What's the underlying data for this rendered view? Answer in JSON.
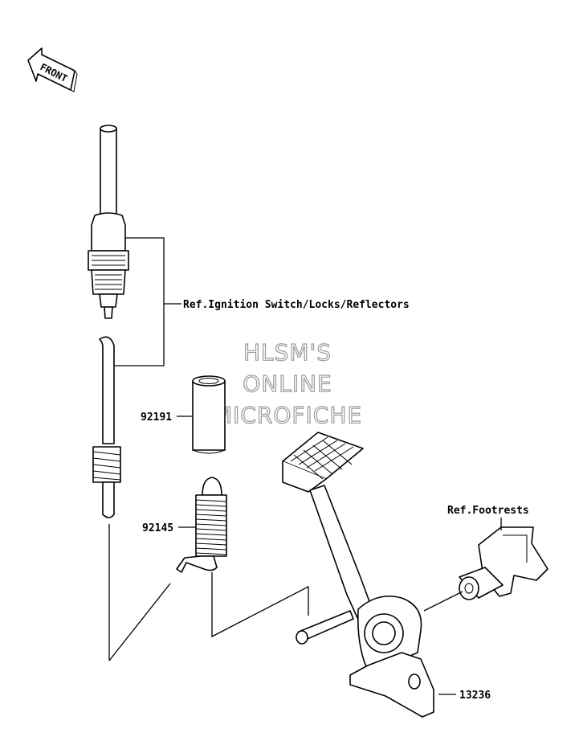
{
  "front_arrow": {
    "text": "FRONT"
  },
  "watermark": {
    "line1": "HLSM'S",
    "line2": "ONLINE",
    "line3": "MICROFICHE"
  },
  "callouts": {
    "ref_ignition": "Ref.Ignition Switch/Locks/Reflectors",
    "ref_footrests": "Ref.Footrests",
    "part_92191": "92191",
    "part_92145": "92145",
    "part_13236": "13236"
  }
}
